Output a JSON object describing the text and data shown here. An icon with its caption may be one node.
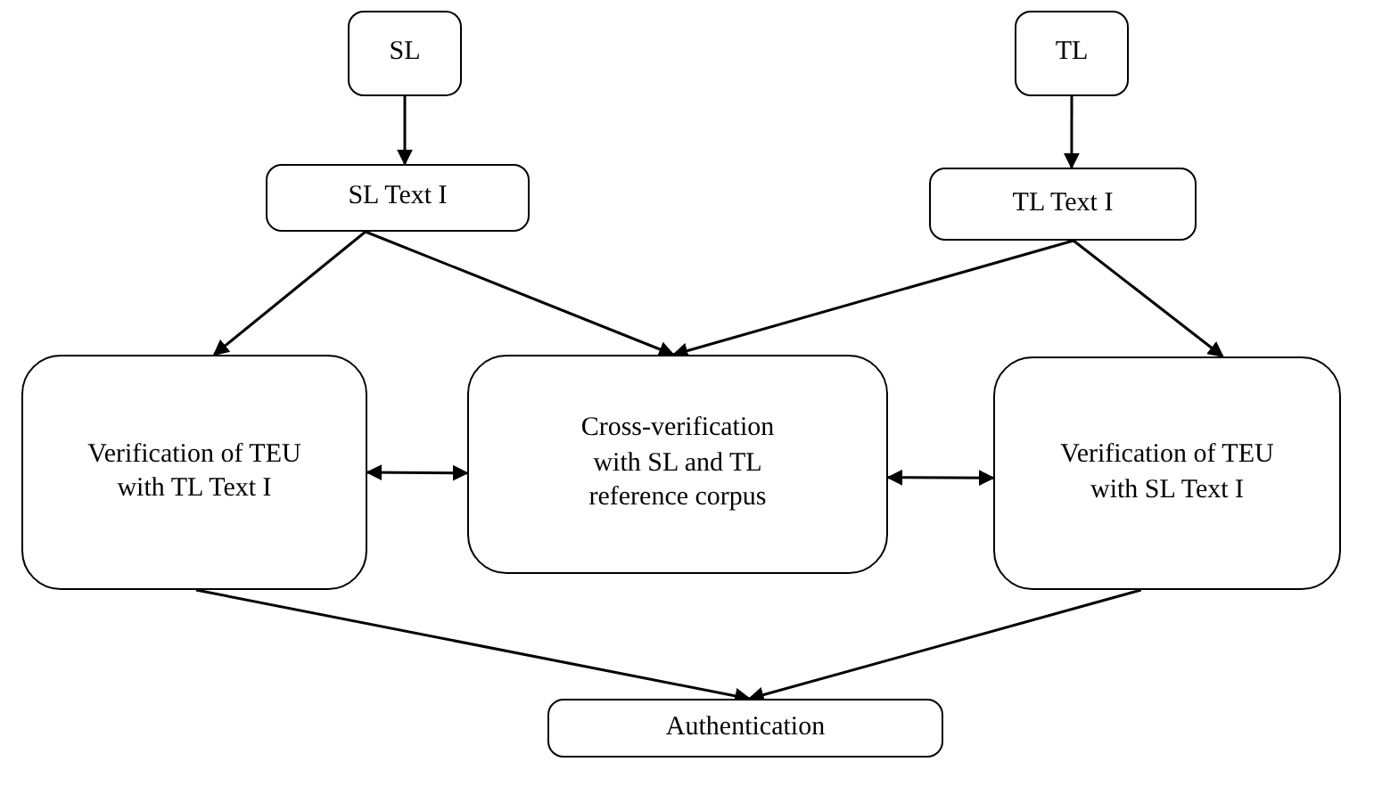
{
  "diagram": {
    "nodes": [
      {
        "text": [
          "SL"
        ]
      },
      {
        "text": [
          "TL"
        ]
      },
      {
        "text": [
          "SL Text I"
        ]
      },
      {
        "text": [
          "TL Text I"
        ]
      },
      {
        "text": [
          "Verification of TEU with TL Text I"
        ]
      },
      {
        "text": [
          "Cross-verification with SL and TL reference corpus"
        ]
      },
      {
        "text": [
          "Verification of TEU with SL Text I"
        ]
      },
      {
        "text": [
          "Authentication"
        ]
      }
    ],
    "edges": [
      {
        "from": 0,
        "to": 2,
        "arrow": "to"
      },
      {
        "from": 1,
        "to": 3,
        "arrow": "to"
      },
      {
        "from": 2,
        "to": 4,
        "arrow": "to"
      },
      {
        "from": 2,
        "to": 5,
        "arrow": "to"
      },
      {
        "from": 3,
        "to": 5,
        "arrow": "to"
      },
      {
        "from": 3,
        "to": 6,
        "arrow": "to"
      },
      {
        "from": 4,
        "to": 5,
        "arrow": "both"
      },
      {
        "from": 5,
        "to": 6,
        "arrow": "both"
      },
      {
        "from": 4,
        "to": 7,
        "arrow": "to"
      },
      {
        "from": 6,
        "to": 7,
        "arrow": "to"
      }
    ]
  }
}
